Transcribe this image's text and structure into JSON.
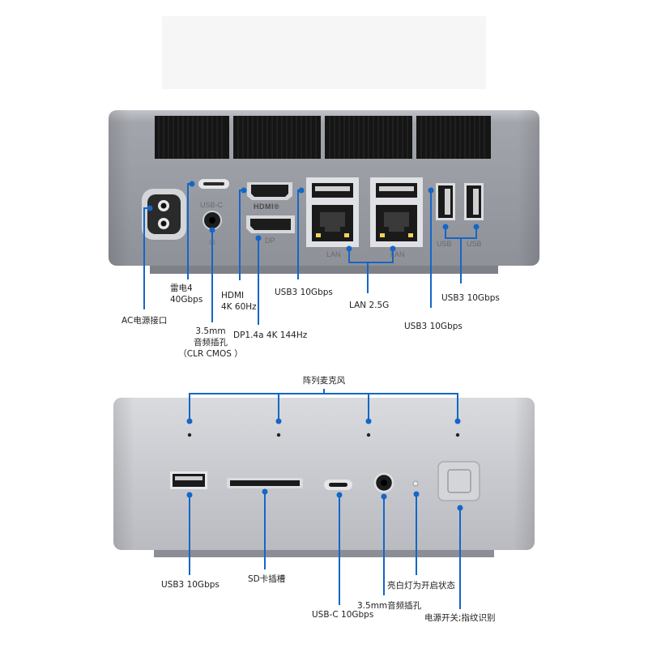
{
  "colors": {
    "callout_line": "#1566c6",
    "callout_dot": "#1566c6",
    "device_body": "#9a9ca3",
    "front_body": "#c9cbd0",
    "vent": "#161616"
  },
  "rear_ports": {
    "usbc_port_label": "USB-C",
    "hdmi_logo": "HDMI®",
    "dp_label": "DP",
    "lan_label_1": "LAN",
    "lan_label_2": "LAN",
    "usb_label_1": "USB",
    "usb_label_2": "USB"
  },
  "rear_callouts": {
    "ac": "AC电源接口",
    "thunderbolt_line1": "雷电4",
    "thunderbolt_line2": "40Gbps",
    "audio_line1": "3.5mm",
    "audio_line2": "音频插孔",
    "audio_line3": "（CLR CMOS ）",
    "hdmi_line1": "HDMI",
    "hdmi_line2": "4K 60Hz",
    "dp": "DP1.4a 4K 144Hz",
    "usb3_left": "USB3 10Gbps",
    "lan": "LAN 2.5G",
    "usb3_right_lower": "USB3 10Gbps",
    "usb3_right_upper": "USB3 10Gbps"
  },
  "front_callouts": {
    "mic_array": "阵列麦克风",
    "usb3": "USB3 10Gbps",
    "sd": "SD卡插槽",
    "usbc": "USB-C 10Gbps",
    "audio": "3.5mm音频插孔",
    "led": "亮白灯为开启状态",
    "power": "电源开关;指纹识别"
  }
}
